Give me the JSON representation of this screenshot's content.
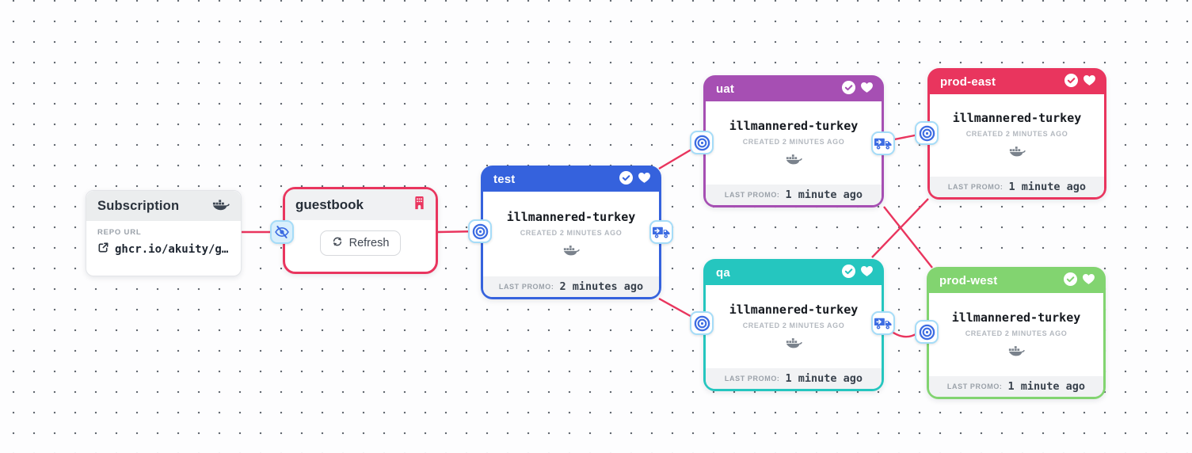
{
  "colors": {
    "edge": "#e9355e",
    "connector_icon_blue": "#3d6ce2",
    "connector_border_blue": "#a5dcf8"
  },
  "subscription": {
    "title": "Subscription",
    "repo_url_label": "REPO URL",
    "repo_url_value": "ghcr.io/akuity/g…"
  },
  "warehouse": {
    "title": "guestbook",
    "refresh_label": "Refresh"
  },
  "stages": [
    {
      "title": "test",
      "color": "#3562dd",
      "freight_name": "illmannered-turkey",
      "created_text": "CREATED 2 MINUTES AGO",
      "last_promo_label": "LAST PROMO:",
      "last_promo_value": "2 minutes ago"
    },
    {
      "title": "uat",
      "color": "#a64fb3",
      "freight_name": "illmannered-turkey",
      "created_text": "CREATED 2 MINUTES AGO",
      "last_promo_label": "LAST PROMO:",
      "last_promo_value": "1 minute ago"
    },
    {
      "title": "prod-east",
      "color": "#e9355e",
      "freight_name": "illmannered-turkey",
      "created_text": "CREATED 2 MINUTES AGO",
      "last_promo_label": "LAST PROMO:",
      "last_promo_value": "1 minute ago"
    },
    {
      "title": "qa",
      "color": "#25c6bf",
      "freight_name": "illmannered-turkey",
      "created_text": "CREATED 2 MINUTES AGO",
      "last_promo_label": "LAST PROMO:",
      "last_promo_value": "1 minute ago"
    },
    {
      "title": "prod-west",
      "color": "#82d470",
      "freight_name": "illmannered-turkey",
      "created_text": "CREATED 2 MINUTES AGO",
      "last_promo_label": "LAST PROMO:",
      "last_promo_value": "1 minute ago"
    }
  ]
}
